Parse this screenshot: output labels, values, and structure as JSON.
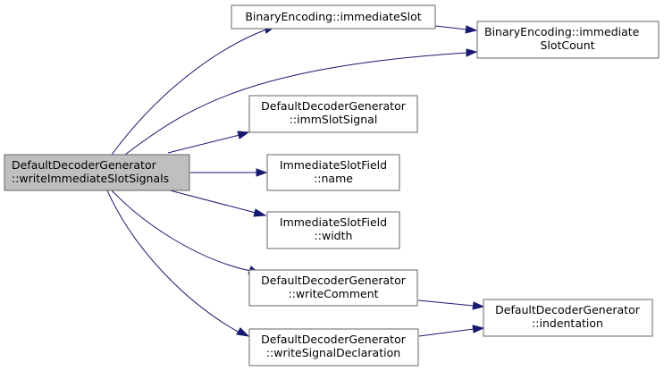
{
  "colors": {
    "edge": "#191970",
    "root_fill": "#bfbfbf",
    "node_fill": "#ffffff",
    "node_border": "#666666"
  },
  "nodes": {
    "root": {
      "line1": "DefaultDecoderGenerator",
      "line2": "::writeImmediateSlotSignals"
    },
    "be_immediate_slot": {
      "line1": "BinaryEncoding::immediateSlot"
    },
    "be_immediate_slot_count": {
      "line1": "BinaryEncoding::immediate",
      "line2": "SlotCount"
    },
    "ddg_imm_slot_signal": {
      "line1": "DefaultDecoderGenerator",
      "line2": "::immSlotSignal"
    },
    "isf_name": {
      "line1": "ImmediateSlotField",
      "line2": "::name"
    },
    "isf_width": {
      "line1": "ImmediateSlotField",
      "line2": "::width"
    },
    "ddg_write_comment": {
      "line1": "DefaultDecoderGenerator",
      "line2": "::writeComment"
    },
    "ddg_write_signal_declaration": {
      "line1": "DefaultDecoderGenerator",
      "line2": "::writeSignalDeclaration"
    },
    "ddg_indentation": {
      "line1": "DefaultDecoderGenerator",
      "line2": "::indentation"
    }
  },
  "edges": [
    {
      "from": "root",
      "to": "be_immediate_slot"
    },
    {
      "from": "root",
      "to": "be_immediate_slot_count"
    },
    {
      "from": "root",
      "to": "ddg_imm_slot_signal"
    },
    {
      "from": "root",
      "to": "isf_name"
    },
    {
      "from": "root",
      "to": "isf_width"
    },
    {
      "from": "root",
      "to": "ddg_write_comment"
    },
    {
      "from": "root",
      "to": "ddg_write_signal_declaration"
    },
    {
      "from": "be_immediate_slot",
      "to": "be_immediate_slot_count"
    },
    {
      "from": "ddg_write_comment",
      "to": "ddg_indentation"
    },
    {
      "from": "ddg_write_signal_declaration",
      "to": "ddg_indentation"
    }
  ]
}
